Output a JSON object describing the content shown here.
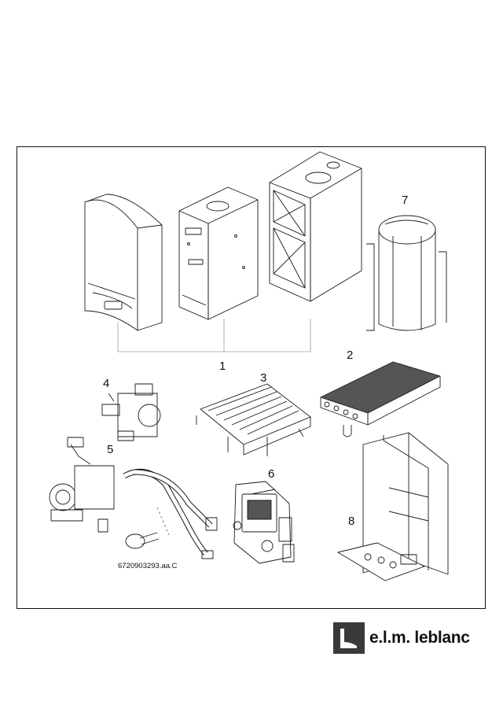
{
  "diagram": {
    "callouts": [
      "1",
      "2",
      "3",
      "4",
      "5",
      "6",
      "7",
      "8"
    ],
    "figure_ref": "6720903293.aa.C"
  },
  "brand": {
    "name": "e.l.m. leblanc",
    "color": "#3a3a3a"
  },
  "colors": {
    "line": "#1a1a1a",
    "fill": "#ffffff",
    "dark": "#444444"
  }
}
